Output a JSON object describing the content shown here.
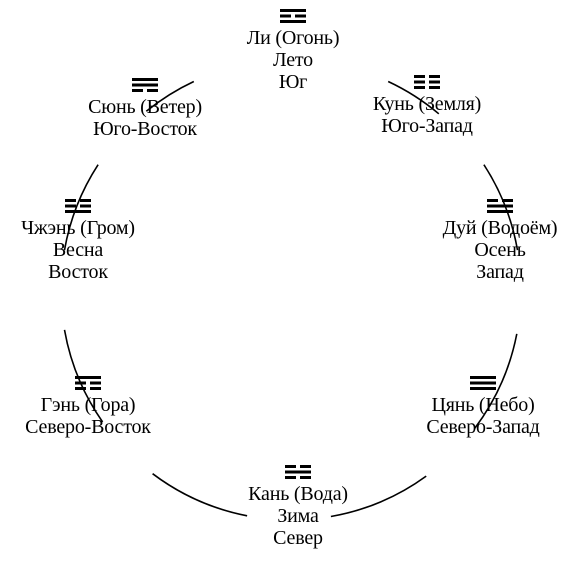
{
  "diagram": {
    "colors": {
      "ink": "#000000",
      "background": "#ffffff"
    },
    "nodes": [
      {
        "id": "li",
        "lines": [
          "Ли (Огонь)",
          "Лето",
          "Юг"
        ],
        "trigram": [
          1,
          0,
          1
        ]
      },
      {
        "id": "kun",
        "lines": [
          "Кунь (Земля)",
          "Юго-Запад"
        ],
        "trigram": [
          0,
          0,
          0
        ]
      },
      {
        "id": "dui",
        "lines": [
          "Дуй (Водоём)",
          "Осень",
          "Запад"
        ],
        "trigram": [
          0,
          1,
          1
        ]
      },
      {
        "id": "qian",
        "lines": [
          "Цянь (Небо)",
          "Северо-Запад"
        ],
        "trigram": [
          1,
          1,
          1
        ]
      },
      {
        "id": "kan",
        "lines": [
          "Кань (Вода)",
          "Зима",
          "Север"
        ],
        "trigram": [
          0,
          1,
          0
        ]
      },
      {
        "id": "gen",
        "lines": [
          "Гэнь (Гора)",
          "Северо-Восток"
        ],
        "trigram": [
          1,
          0,
          0
        ]
      },
      {
        "id": "zhen",
        "lines": [
          "Чжэнь (Гром)",
          "Весна",
          "Восток"
        ],
        "trigram": [
          0,
          0,
          1
        ]
      },
      {
        "id": "xun",
        "lines": [
          "Сюнь (Ветер)",
          "Юго-Восток"
        ],
        "trigram": [
          1,
          1,
          0
        ]
      }
    ]
  }
}
